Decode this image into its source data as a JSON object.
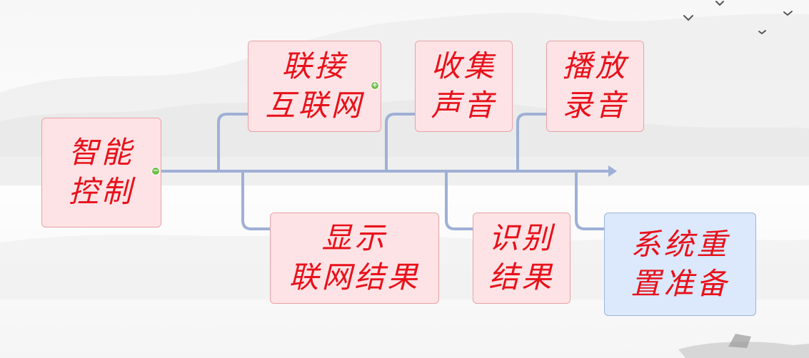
{
  "root": {
    "line1": "智能",
    "line2": "控制",
    "toggle": "−"
  },
  "branches_top": [
    {
      "line1": "联接",
      "line2": "互联网",
      "toggle": "+"
    },
    {
      "line1": "收集",
      "line2": "声音"
    },
    {
      "line1": "播放",
      "line2": "录音"
    }
  ],
  "branches_bottom": [
    {
      "line1": "显示",
      "line2": "联网结果"
    },
    {
      "line1": "识别",
      "line2": "结果"
    },
    {
      "line1": "系统重",
      "line2": "置准备"
    }
  ],
  "colors": {
    "text": "#e8111b",
    "node_fill": "#fde3e5",
    "node_border": "#e8a2a7",
    "highlight_fill": "#dce8fb",
    "highlight_border": "#9db5dc",
    "connector": "#9fb0d6",
    "toggle": "#6fbf4a"
  }
}
